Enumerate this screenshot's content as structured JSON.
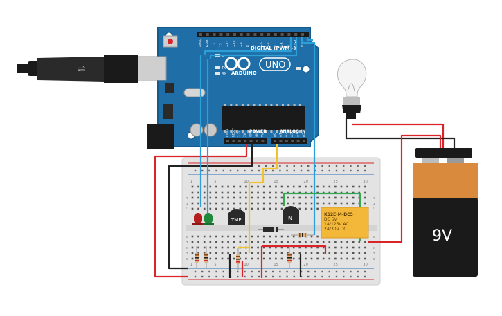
{
  "colors": {
    "board": "#1f6ea8",
    "board_dark": "#165a8c",
    "breadboard": "#e6e6e6",
    "wire_red": "#d9252a",
    "wire_black": "#222222",
    "wire_blue": "#2d9fd8",
    "wire_yellow": "#f2c12e",
    "wire_green": "#33a84f",
    "relay": "#f3b73a",
    "battery_body": "#1a1a1a",
    "battery_top": "#d98a3c"
  },
  "board": {
    "digital_label": "DIGITAL (PWM~)",
    "brand": "ARDUINO",
    "model": "UNO",
    "on_label": "ON",
    "power_label": "POWER",
    "analog_label": "ANALOG IN",
    "tx_label": "TX",
    "rx_label": "RX",
    "l_label": "L",
    "top_pins": [
      "AREF",
      "GND",
      "13",
      "12",
      "~11",
      "~10",
      "~9",
      "8",
      "7",
      "~6",
      "~5",
      "4",
      "~3",
      "2",
      "TX▸1",
      "RX◂0"
    ],
    "power_pins": [
      "IOREF",
      "RESET",
      "3.3V",
      "5V",
      "GND",
      "GND",
      "Vin"
    ],
    "analog_pins": [
      "A0",
      "A1",
      "A2",
      "A3",
      "A4",
      "A5"
    ]
  },
  "parts": {
    "sensor_label": "TMP",
    "transistor_label": "N",
    "relay_lines": [
      "KS2E-M-DC5",
      "DC 5V",
      "1A/125V AC",
      "2A/30V DC"
    ],
    "battery_label": "9V"
  },
  "breadboard": {
    "row_letters_top": [
      "j",
      "i",
      "h",
      "g",
      "f"
    ],
    "row_letters_bottom": [
      "e",
      "d",
      "c",
      "b",
      "a"
    ],
    "col_numbers": [
      "1",
      "",
      "",
      "",
      "5",
      "",
      "",
      "",
      "",
      "10",
      "",
      "",
      "",
      "",
      "15",
      "",
      "",
      "",
      "",
      "20",
      "",
      "",
      "",
      "",
      "25",
      "",
      "",
      "",
      "",
      "30"
    ]
  }
}
